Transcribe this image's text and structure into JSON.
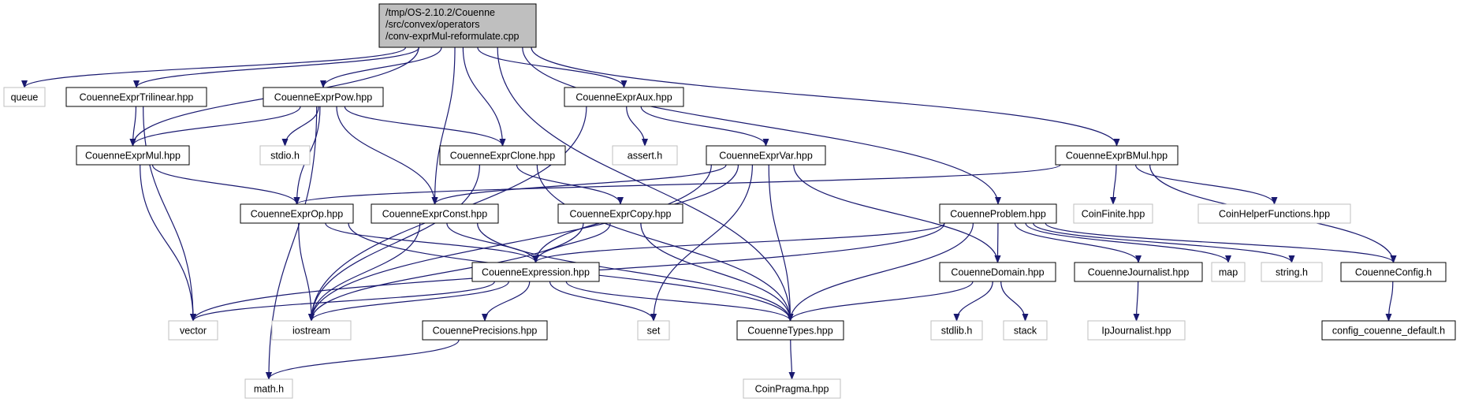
{
  "colors": {
    "edge": "#191970",
    "node_fill": "#ffffff",
    "root_fill": "#bfbfbf",
    "node_border": "#000000",
    "external_border": "#bfbfbf"
  },
  "nodes": [
    {
      "id": "root",
      "lines": [
        "/tmp/OS-2.10.2/Couenne",
        "/src/convex/operators",
        "/conv-exprMul-reformulate.cpp"
      ],
      "kind": "root"
    },
    {
      "id": "queue",
      "lines": [
        "queue"
      ],
      "kind": "external"
    },
    {
      "id": "trilinear",
      "lines": [
        "CouenneExprTrilinear.hpp"
      ],
      "kind": "internal"
    },
    {
      "id": "pow",
      "lines": [
        "CouenneExprPow.hpp"
      ],
      "kind": "internal"
    },
    {
      "id": "aux",
      "lines": [
        "CouenneExprAux.hpp"
      ],
      "kind": "internal"
    },
    {
      "id": "bmul",
      "lines": [
        "CouenneExprBMul.hpp"
      ],
      "kind": "internal"
    },
    {
      "id": "mul",
      "lines": [
        "CouenneExprMul.hpp"
      ],
      "kind": "internal"
    },
    {
      "id": "stdio",
      "lines": [
        "stdio.h"
      ],
      "kind": "external"
    },
    {
      "id": "clone",
      "lines": [
        "CouenneExprClone.hpp"
      ],
      "kind": "internal"
    },
    {
      "id": "assert",
      "lines": [
        "assert.h"
      ],
      "kind": "external"
    },
    {
      "id": "var",
      "lines": [
        "CouenneExprVar.hpp"
      ],
      "kind": "internal"
    },
    {
      "id": "coinfinite",
      "lines": [
        "CoinFinite.hpp"
      ],
      "kind": "external"
    },
    {
      "id": "coinhelper",
      "lines": [
        "CoinHelperFunctions.hpp"
      ],
      "kind": "external"
    },
    {
      "id": "op",
      "lines": [
        "CouenneExprOp.hpp"
      ],
      "kind": "internal"
    },
    {
      "id": "const",
      "lines": [
        "CouenneExprConst.hpp"
      ],
      "kind": "internal"
    },
    {
      "id": "copy",
      "lines": [
        "CouenneExprCopy.hpp"
      ],
      "kind": "internal"
    },
    {
      "id": "problem",
      "lines": [
        "CouenneProblem.hpp"
      ],
      "kind": "internal"
    },
    {
      "id": "expression",
      "lines": [
        "CouenneExpression.hpp"
      ],
      "kind": "internal"
    },
    {
      "id": "domain",
      "lines": [
        "CouenneDomain.hpp"
      ],
      "kind": "internal"
    },
    {
      "id": "journalist",
      "lines": [
        "CouenneJournalist.hpp"
      ],
      "kind": "internal"
    },
    {
      "id": "map",
      "lines": [
        "map"
      ],
      "kind": "external"
    },
    {
      "id": "string",
      "lines": [
        "string.h"
      ],
      "kind": "external"
    },
    {
      "id": "config",
      "lines": [
        "CouenneConfig.h"
      ],
      "kind": "internal"
    },
    {
      "id": "vector",
      "lines": [
        "vector"
      ],
      "kind": "external"
    },
    {
      "id": "iostream",
      "lines": [
        "iostream"
      ],
      "kind": "external"
    },
    {
      "id": "precisions",
      "lines": [
        "CouennePrecisions.hpp"
      ],
      "kind": "internal"
    },
    {
      "id": "set",
      "lines": [
        "set"
      ],
      "kind": "external"
    },
    {
      "id": "types",
      "lines": [
        "CouenneTypes.hpp"
      ],
      "kind": "internal"
    },
    {
      "id": "stdlib",
      "lines": [
        "stdlib.h"
      ],
      "kind": "external"
    },
    {
      "id": "stack",
      "lines": [
        "stack"
      ],
      "kind": "external"
    },
    {
      "id": "ipjournalist",
      "lines": [
        "IpJournalist.hpp"
      ],
      "kind": "external"
    },
    {
      "id": "configdefault",
      "lines": [
        "config_couenne_default.h"
      ],
      "kind": "internal"
    },
    {
      "id": "math",
      "lines": [
        "math.h"
      ],
      "kind": "external"
    },
    {
      "id": "pragma",
      "lines": [
        "CoinPragma.hpp"
      ],
      "kind": "external"
    }
  ],
  "edges": [
    {
      "from": "root",
      "to": "queue"
    },
    {
      "from": "root",
      "to": "trilinear"
    },
    {
      "from": "root",
      "to": "mul"
    },
    {
      "from": "root",
      "to": "pow"
    },
    {
      "from": "root",
      "to": "const"
    },
    {
      "from": "root",
      "to": "clone"
    },
    {
      "from": "root",
      "to": "aux"
    },
    {
      "from": "root",
      "to": "types"
    },
    {
      "from": "root",
      "to": "problem"
    },
    {
      "from": "root",
      "to": "bmul"
    },
    {
      "from": "trilinear",
      "to": "mul"
    },
    {
      "from": "trilinear",
      "to": "vector"
    },
    {
      "from": "pow",
      "to": "mul"
    },
    {
      "from": "pow",
      "to": "stdio"
    },
    {
      "from": "pow",
      "to": "math"
    },
    {
      "from": "pow",
      "to": "op"
    },
    {
      "from": "pow",
      "to": "const"
    },
    {
      "from": "pow",
      "to": "clone"
    },
    {
      "from": "mul",
      "to": "op"
    },
    {
      "from": "mul",
      "to": "vector"
    },
    {
      "from": "clone",
      "to": "copy"
    },
    {
      "from": "clone",
      "to": "types"
    },
    {
      "from": "clone",
      "to": "iostream"
    },
    {
      "from": "aux",
      "to": "assert"
    },
    {
      "from": "aux",
      "to": "var"
    },
    {
      "from": "aux",
      "to": "iostream"
    },
    {
      "from": "var",
      "to": "const"
    },
    {
      "from": "var",
      "to": "expression"
    },
    {
      "from": "var",
      "to": "iostream"
    },
    {
      "from": "var",
      "to": "set"
    },
    {
      "from": "var",
      "to": "types"
    },
    {
      "from": "var",
      "to": "domain"
    },
    {
      "from": "bmul",
      "to": "op"
    },
    {
      "from": "bmul",
      "to": "coinfinite"
    },
    {
      "from": "bmul",
      "to": "coinhelper"
    },
    {
      "from": "bmul",
      "to": "config"
    },
    {
      "from": "op",
      "to": "expression"
    },
    {
      "from": "op",
      "to": "iostream"
    },
    {
      "from": "op",
      "to": "types"
    },
    {
      "from": "const",
      "to": "expression"
    },
    {
      "from": "const",
      "to": "iostream"
    },
    {
      "from": "const",
      "to": "types"
    },
    {
      "from": "copy",
      "to": "expression"
    },
    {
      "from": "copy",
      "to": "iostream"
    },
    {
      "from": "copy",
      "to": "types"
    },
    {
      "from": "problem",
      "to": "expression"
    },
    {
      "from": "problem",
      "to": "vector"
    },
    {
      "from": "problem",
      "to": "domain"
    },
    {
      "from": "problem",
      "to": "types"
    },
    {
      "from": "problem",
      "to": "journalist"
    },
    {
      "from": "problem",
      "to": "map"
    },
    {
      "from": "problem",
      "to": "string"
    },
    {
      "from": "problem",
      "to": "config"
    },
    {
      "from": "expression",
      "to": "vector"
    },
    {
      "from": "expression",
      "to": "iostream"
    },
    {
      "from": "expression",
      "to": "precisions"
    },
    {
      "from": "expression",
      "to": "set"
    },
    {
      "from": "expression",
      "to": "types"
    },
    {
      "from": "domain",
      "to": "types"
    },
    {
      "from": "domain",
      "to": "stdlib"
    },
    {
      "from": "domain",
      "to": "stack"
    },
    {
      "from": "journalist",
      "to": "ipjournalist"
    },
    {
      "from": "config",
      "to": "configdefault"
    },
    {
      "from": "precisions",
      "to": "math"
    },
    {
      "from": "types",
      "to": "pragma"
    }
  ]
}
